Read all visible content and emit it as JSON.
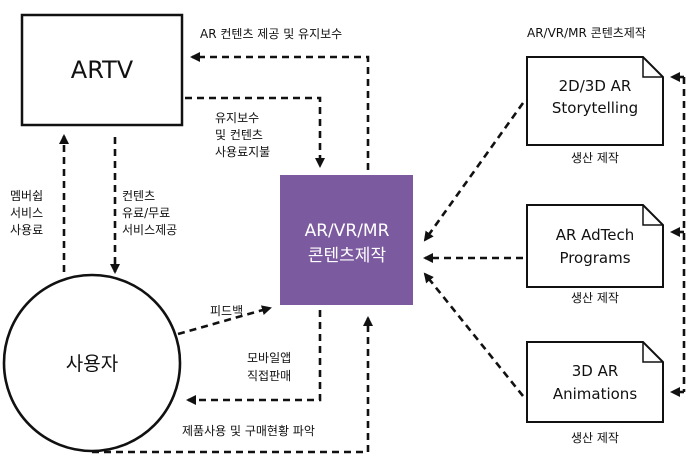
{
  "nodes": {
    "artv": "ARTV",
    "center_line1": "AR/VR/MR",
    "center_line2": "콘텐츠제작",
    "user": "사용자",
    "doc1_line1": "2D/3D AR",
    "doc1_line2": "Storytelling",
    "doc2_line1": "AR AdTech",
    "doc2_line2": "Programs",
    "doc3_line1": "3D AR",
    "doc3_line2": "Animations"
  },
  "labels": {
    "top_arrow": "AR 컨텐츠 제공 및 유지보수",
    "right_title": "AR/VR/MR 콘텐츠제작",
    "maint_fee": [
      "유지보수",
      "및 컨텐츠",
      "사용료지불"
    ],
    "membership": [
      "멤버쉽",
      "서비스",
      "사용료"
    ],
    "content_service": [
      "컨텐츠",
      "유료/무료",
      "서비스제공"
    ],
    "feedback": "피드백",
    "mobile_app": [
      "모바일앱",
      "직접판매"
    ],
    "bottom_arrow": "제품사용 및 구매현황 파악",
    "production_1": "생산 제작",
    "production_2": "생산 제작",
    "production_3": "생산 제작"
  },
  "colors": {
    "center_fill": "#7b5aa0",
    "center_text": "#ffffff",
    "line": "#111111"
  }
}
